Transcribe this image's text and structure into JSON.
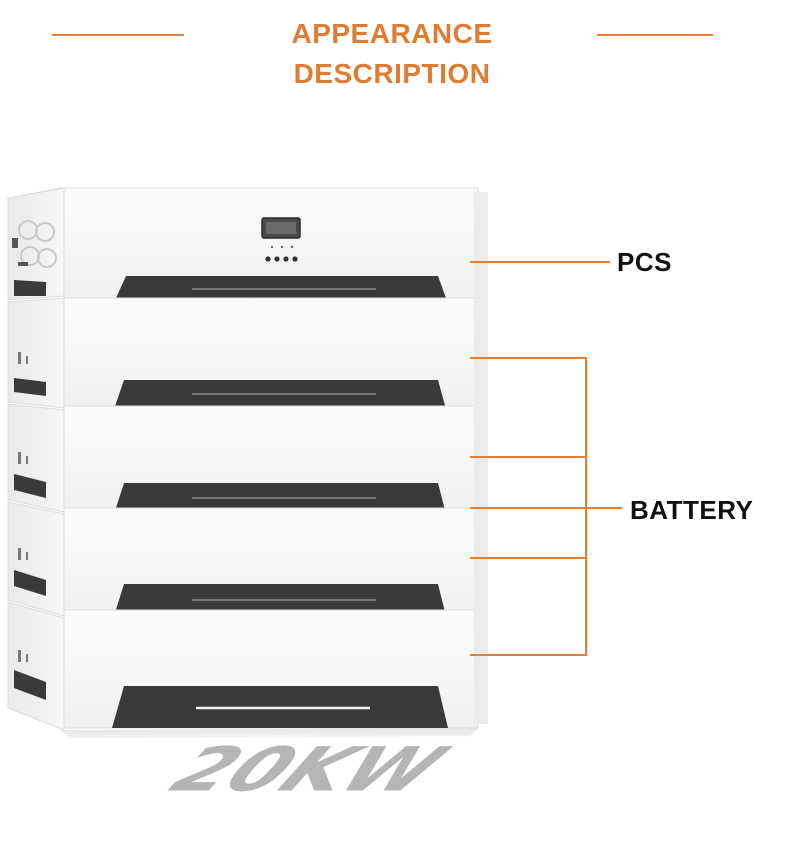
{
  "header": {
    "title": "APPEARANCE DESCRIPTION",
    "accent_color": "#e67e36"
  },
  "labels": {
    "pcs": "PCS",
    "battery": "BATTERY"
  },
  "product": {
    "watermark": "20KW",
    "module_count": 5,
    "body_color": "#f4f4f4",
    "handle_color": "#3a3a3a"
  }
}
